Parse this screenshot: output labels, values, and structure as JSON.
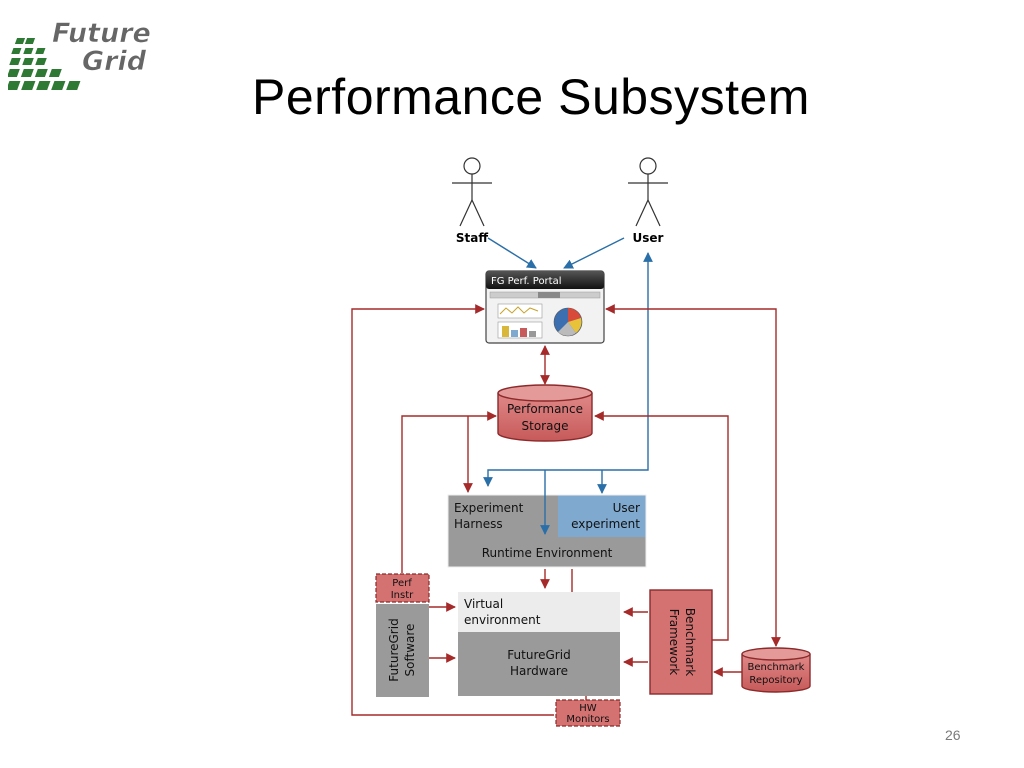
{
  "slide": {
    "title": "Performance Subsystem",
    "page_number": "26"
  },
  "logo": {
    "line1": "Future",
    "line2": "Grid"
  },
  "diagram": {
    "actors": {
      "staff": "Staff",
      "user": "User"
    },
    "portal": {
      "title": "FG Perf. Portal"
    },
    "storage": {
      "line1": "Performance",
      "line2": "Storage"
    },
    "experiment_harness": {
      "line1": "Experiment",
      "line2": "Harness"
    },
    "user_experiment": {
      "line1": "User",
      "line2": "experiment"
    },
    "runtime_environment": "Runtime Environment",
    "perf_instr": {
      "line1": "Perf",
      "line2": "Instr"
    },
    "futuregrid_software": {
      "line1": "FutureGrid",
      "line2": "Software"
    },
    "virtual_environment": {
      "line1": "Virtual",
      "line2": "environment"
    },
    "futuregrid_hardware": {
      "line1": "FutureGrid",
      "line2": "Hardware"
    },
    "benchmark_framework": {
      "line1": "Benchmark",
      "line2": "Framework"
    },
    "benchmark_repository": {
      "line1": "Benchmark",
      "line2": "Repository"
    },
    "hw_monitors": {
      "line1": "HW",
      "line2": "Monitors"
    },
    "colors": {
      "red_arrow": "#a52a2a",
      "blue_arrow": "#2a6fa8",
      "red_fill": "#d47272",
      "blue_fill": "#7fa9cf",
      "gray_fill": "#9a9a9a"
    }
  }
}
